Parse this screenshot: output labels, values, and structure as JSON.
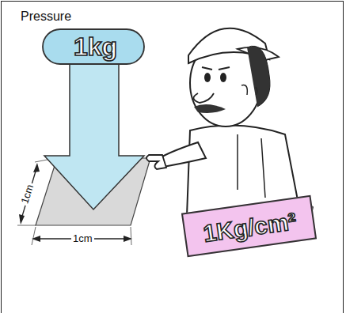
{
  "diagram": {
    "title": "Pressure",
    "nodes": [
      {
        "text": [
          "1kg"
        ]
      },
      {
        "text": [
          "1Kg/cm²"
        ]
      }
    ],
    "labels": [
      "1cm",
      "1cm"
    ]
  }
}
